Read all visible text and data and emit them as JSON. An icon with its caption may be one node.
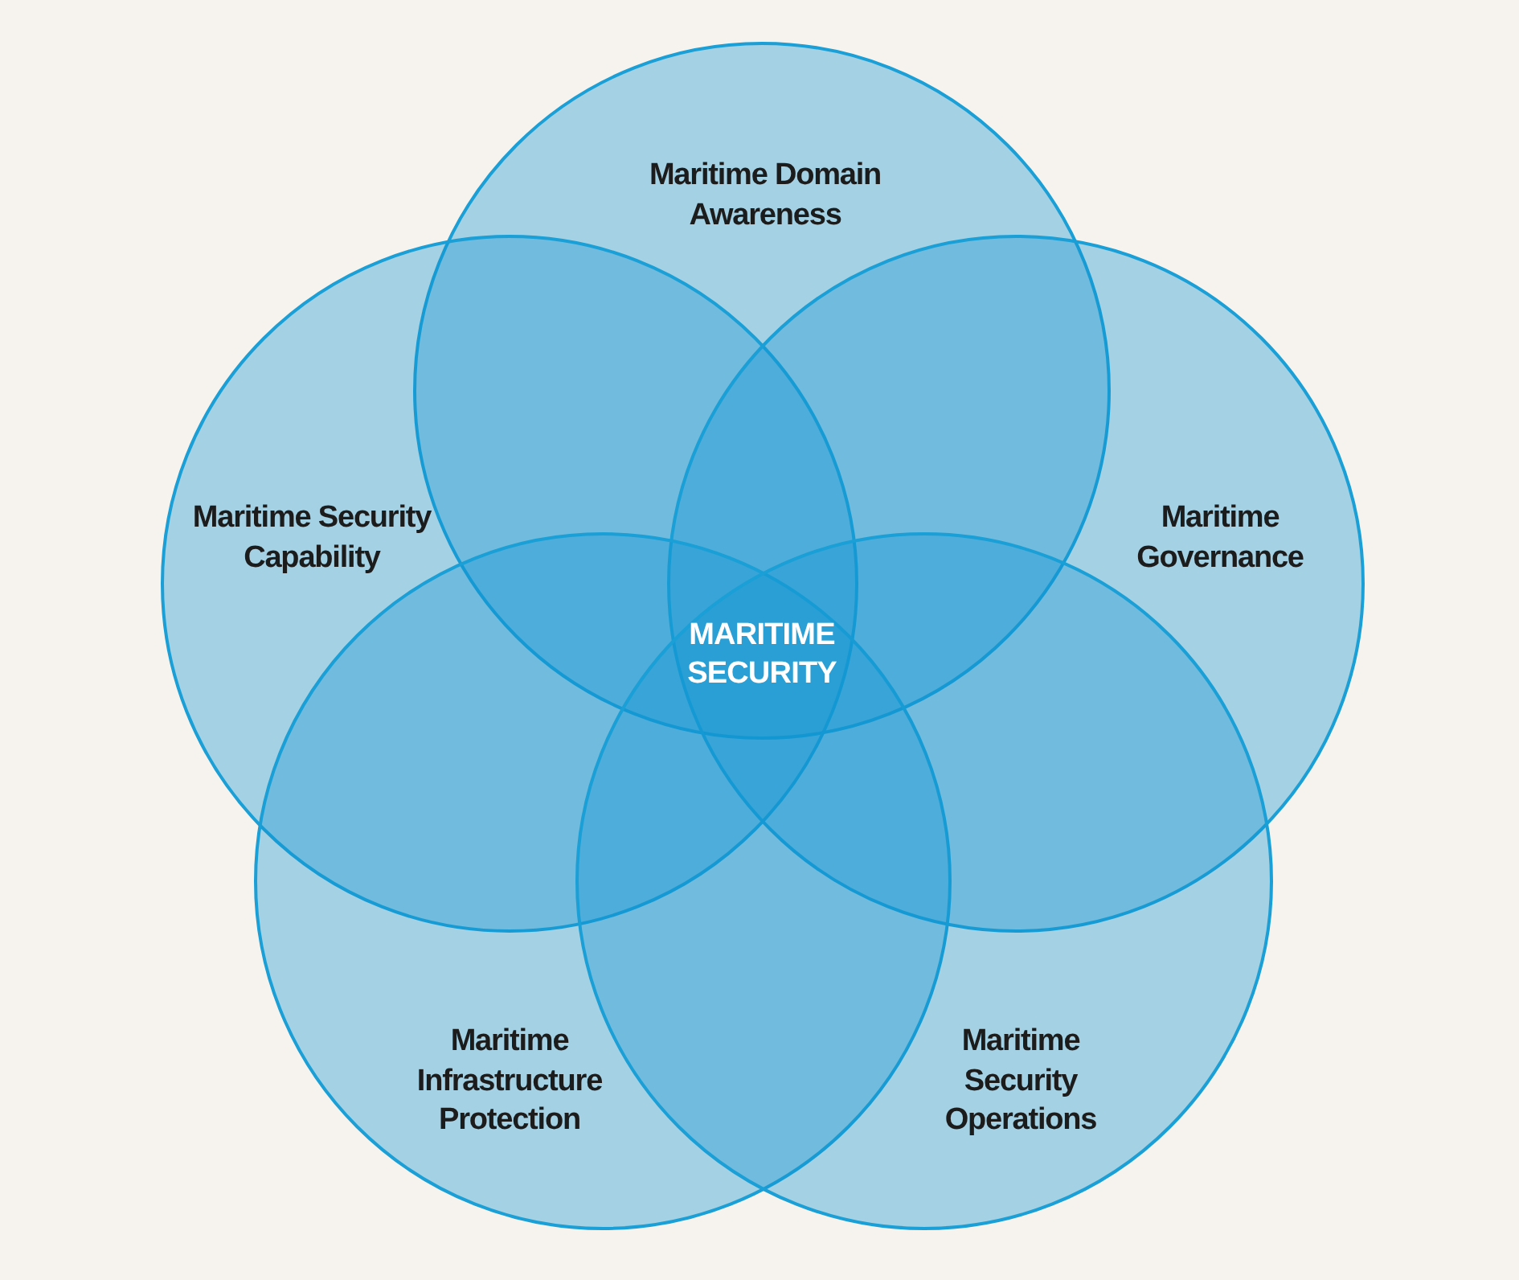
{
  "diagram": {
    "nodes": [
      {
        "text": [
          "Maritime Domain Awareness"
        ]
      },
      {
        "text": [
          "Maritime Security Capability"
        ]
      },
      {
        "text": [
          "Maritime Governance"
        ]
      },
      {
        "text": [
          "Maritime Infrastructure Protection"
        ]
      },
      {
        "text": [
          "Maritime Security Operations"
        ]
      }
    ],
    "edges": [],
    "labels": [
      "MARITIME SECURITY"
    ]
  }
}
